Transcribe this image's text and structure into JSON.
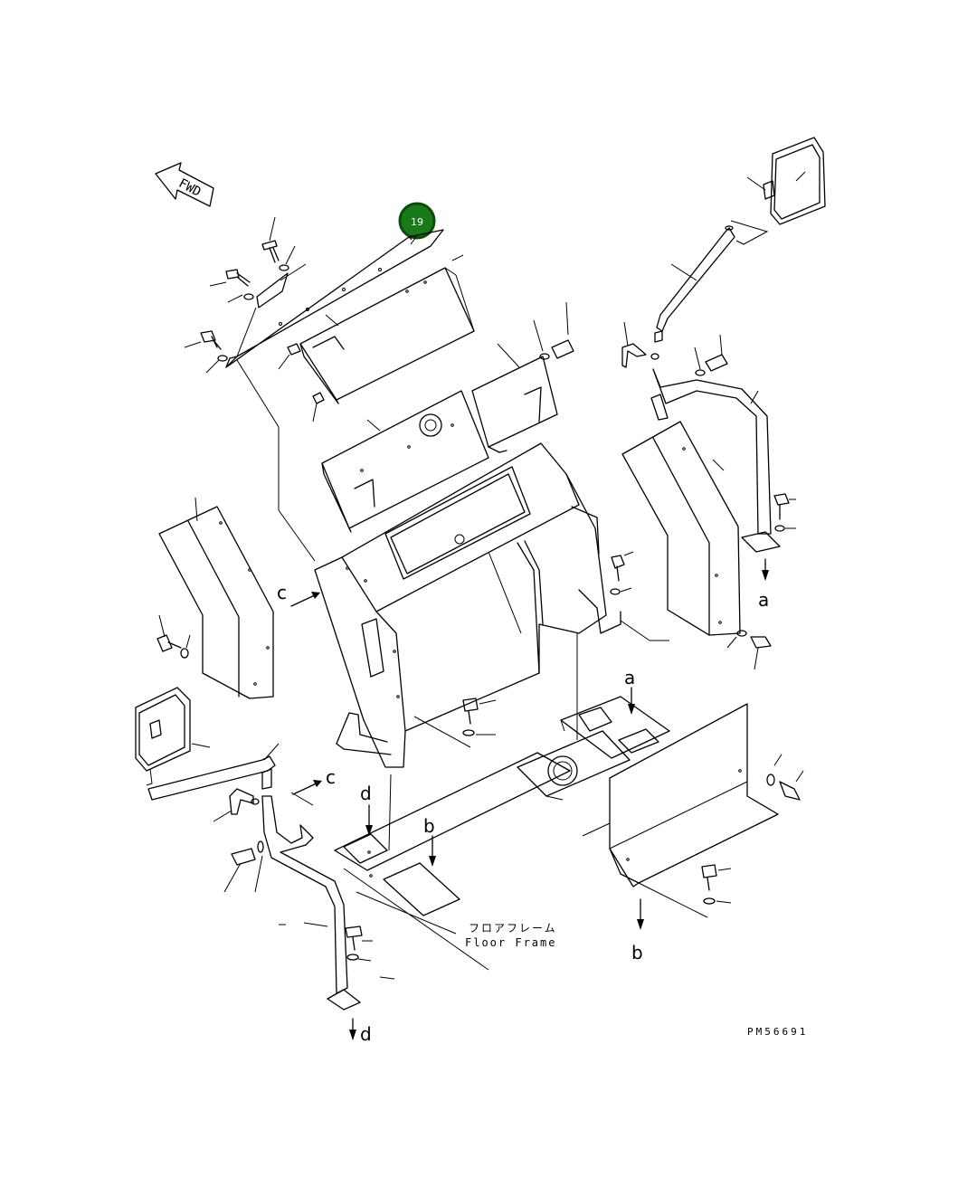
{
  "fwd_label": "FWD",
  "callout": {
    "number": "19",
    "fill": "#1a7a1a",
    "stroke": "#0b4d0b",
    "text_color": "#ffffff"
  },
  "references": {
    "a_top": "a",
    "a_right": "a",
    "b_center": "b",
    "b_bottom": "b",
    "c_left": "c",
    "c_bottom": "c",
    "d_top": "d",
    "d_bottom": "d"
  },
  "floor_frame": {
    "jp": "フロアフレーム",
    "en": "Floor Frame"
  },
  "drawing_code": "PM56691"
}
